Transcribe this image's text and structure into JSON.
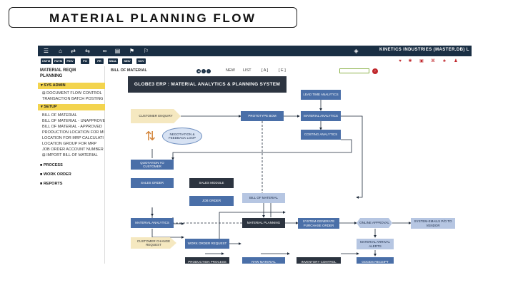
{
  "slide": {
    "title": "MATERIAL PLANNING FLOW"
  },
  "app": {
    "company": "KINETICS INDUSTRIES (MASTER.DB) L",
    "topbar_icons": [
      "menu-icon",
      "home-icon",
      "swap-icon",
      "transfer-icon",
      "link-icon",
      "bookmark-icon",
      "flag-icon",
      "flag-outline-icon"
    ],
    "chips": [
      "CNTM",
      "PAYM",
      "PINV",
      "PO",
      "PR",
      "SBAL",
      "SINV",
      "SOV"
    ],
    "tray_icons": [
      "heart-icon",
      "gear-icon",
      "briefcase-icon",
      "network-icon",
      "org-icon",
      "user-icon"
    ],
    "sidebar": {
      "title": "MATERIAL REQM PLANNING",
      "sys_admin": "SYS ADMIN",
      "sys_admin_items": [
        "DOCUMENT FLOW CONTROL",
        "TRANSACTION BATCH POSTING"
      ],
      "setup": "SETUP",
      "setup_items": [
        "BILL OF MATERIAL",
        "BILL OF MATERIAL - UNAPPROVE",
        "BILL OF MATERIAL - APPROVED",
        "PRODUCTION LOCATION FOR MI",
        "LOCATION FOR MRP CALCULATI",
        "LOCATION GROUP FOR MRP",
        "JOB ORDER ACCOUNT NUMBER",
        "IMPORT BILL OF MATERIAL"
      ],
      "sections": [
        "PROCESS",
        "WORK ORDER",
        "REPORTS"
      ]
    },
    "toolrow": {
      "page": "BILL OF MATERIAL",
      "new": "NEW",
      "list": "LIST",
      "a": "[ A ]",
      "e": "[ E ]"
    }
  },
  "diagram": {
    "banner": "GLOBE3 ERP : MATERIAL ANALYTICS & PLANNING SYSTEM",
    "customer_enquiry": "CUSTOMER ENQUIRY",
    "negotiation": "NEGOTIATION & FEEDBACK LOOP",
    "quotation": "QUOTATION TO CUSTOMER",
    "sales_order": "SALES ORDER",
    "sales_module": "SALES MODULE",
    "job_order": "JOB ORDER",
    "prototype_bom": "PROTOTYPE BOM",
    "lead_time": "LEAD TIME ANALYTICS",
    "material_analytics_top": "MATERIAL ANALYTICS",
    "costing": "COSTING ANALYTICS",
    "bill_of_material": "BILL OF MATERIAL",
    "material_analytics_left": "MATERIAL ANALYTICS",
    "material_planning": "MATERIAL PLANNING",
    "system_po": "SYSTEM-GENERATE PURCHASE ORDER",
    "online_approval": "ONLINE APPROVAL",
    "system_email": "SYSTEM-EMAILS P/O TO VENDOR",
    "customer_change": "CUSTOMER CHANGE REQUEST",
    "work_order_request": "WORK ORDER REQUEST",
    "material_alerts": "MATERIAL ARRIVAL ALERTS",
    "production_process": "PRODUCTION PROCESS",
    "raw_material": "RAW MATERIAL",
    "inventory_control": "INVENTORY CONTROL",
    "goods_receipt": "GOODS RECEIPT"
  }
}
